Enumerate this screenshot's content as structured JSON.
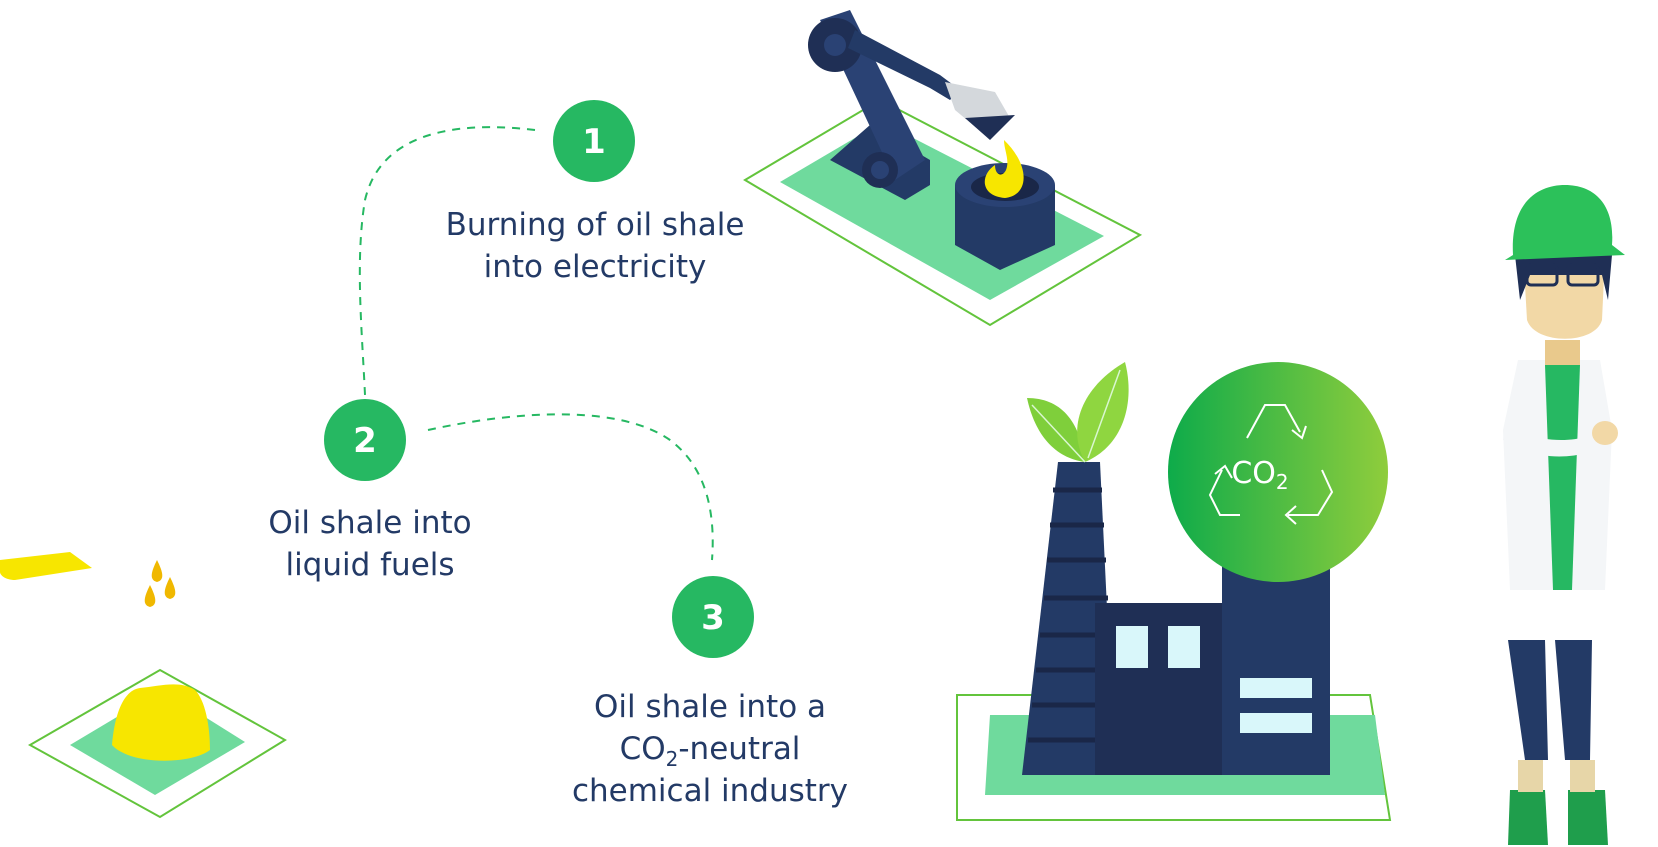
{
  "steps": [
    {
      "number": "1",
      "line1": "Burning of oil shale",
      "line2": "into electricity"
    },
    {
      "number": "2",
      "line1": "Oil shale into",
      "line2": "liquid fuels"
    },
    {
      "number": "3",
      "line1": "Oil shale into a",
      "line2_prefix": "CO",
      "line2_sub": "2",
      "line2_suffix": "-neutral",
      "line3": "chemical industry"
    }
  ],
  "badge": {
    "text": "CO",
    "sub": "2"
  },
  "colors": {
    "green": "#26b862",
    "navy": "#233a66",
    "dark_navy": "#1f2f55",
    "pale_green": "#6fda9d",
    "yellow": "#f7e600"
  }
}
